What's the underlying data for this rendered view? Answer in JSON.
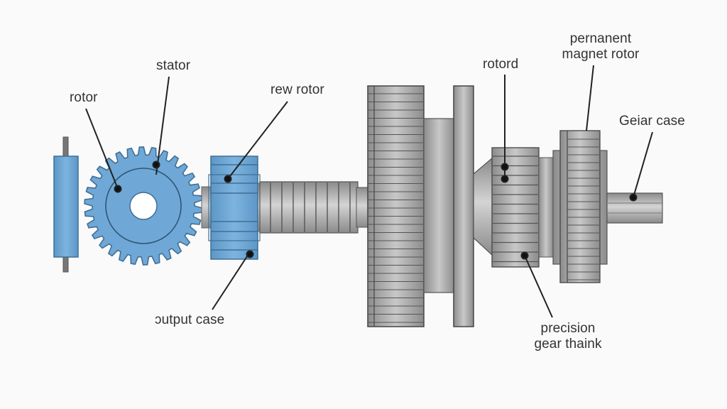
{
  "diagram": {
    "title": "",
    "colors": {
      "background": "#fafafa",
      "blue_part": "#6fa8d6",
      "blue_dark": "#3f6f95",
      "gray_part": "#b0b0b0",
      "gray_dark": "#6b6b6b",
      "leader_line": "#222222"
    },
    "components": [
      {
        "id": "end-plate",
        "name": "end plate",
        "color_group": "blue"
      },
      {
        "id": "stator-gear",
        "name": "toothed stator/rotor disc",
        "color_group": "blue"
      },
      {
        "id": "blue-drum",
        "name": "blue drum rotor",
        "color_group": "blue"
      },
      {
        "id": "threaded-shaft",
        "name": "threaded shaft",
        "color_group": "gray"
      },
      {
        "id": "large-gear",
        "name": "large splined gear",
        "color_group": "gray"
      },
      {
        "id": "hub",
        "name": "hub",
        "color_group": "gray"
      },
      {
        "id": "flange",
        "name": "flange plate",
        "color_group": "gray"
      },
      {
        "id": "cone",
        "name": "conical adapter",
        "color_group": "gray"
      },
      {
        "id": "rotor-drum",
        "name": "ribbed rotor drum",
        "color_group": "gray"
      },
      {
        "id": "magnet-rotor",
        "name": "permanent magnet rotor drum",
        "color_group": "gray"
      },
      {
        "id": "output-shaft",
        "name": "output shaft",
        "color_group": "gray"
      }
    ],
    "labels": [
      {
        "key": "rotor",
        "text": "rotor"
      },
      {
        "key": "stator",
        "text": "stator"
      },
      {
        "key": "rew_rotor",
        "text": "rew rotor"
      },
      {
        "key": "output_case",
        "text": "ɔutput case"
      },
      {
        "key": "rotord",
        "text": "rotord"
      },
      {
        "key": "pm_rotor_line1",
        "text": "pernanent"
      },
      {
        "key": "pm_rotor_line2",
        "text": "magnet rotor"
      },
      {
        "key": "gear_case",
        "text": "Geiar case"
      },
      {
        "key": "precision_line1",
        "text": "precision"
      },
      {
        "key": "precision_line2",
        "text": "gear thaink"
      }
    ]
  }
}
